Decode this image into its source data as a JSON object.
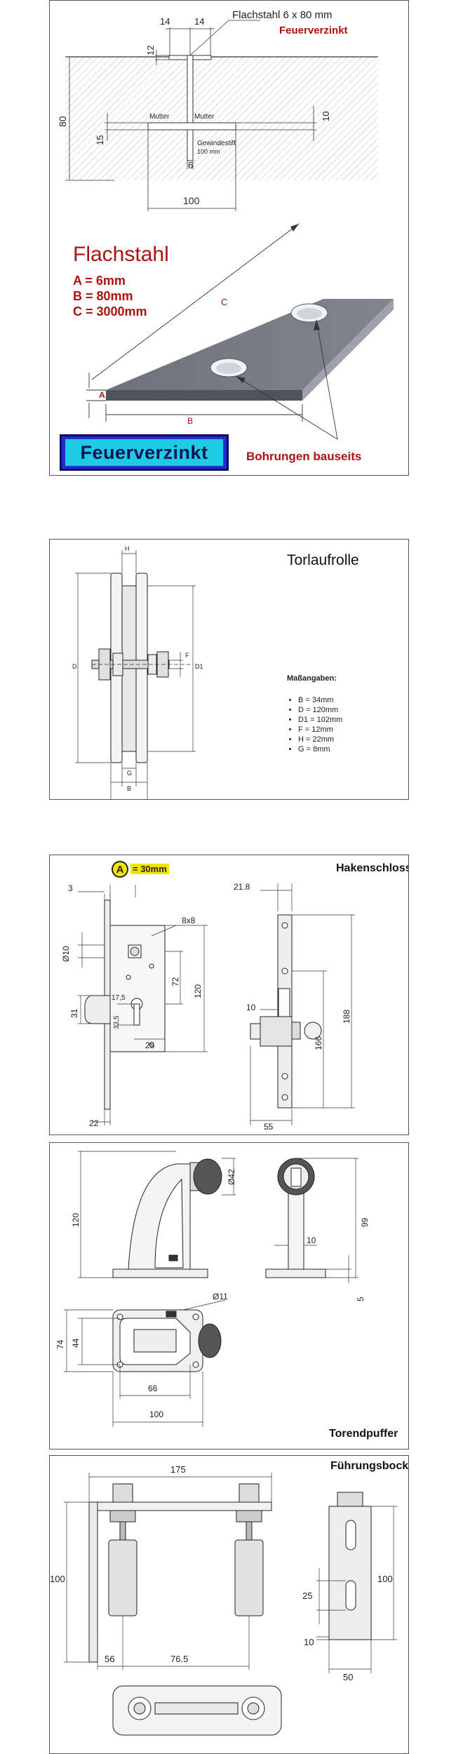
{
  "flachstahl": {
    "header_spec": "Flachstahl 6 x 80 mm",
    "header_finish": "Feuerverzinkt",
    "dims": {
      "d14a": "14",
      "d14b": "14",
      "d12": "12",
      "d80": "80",
      "d15": "15",
      "d6": "6",
      "d100": "100",
      "d10": "10"
    },
    "labels": {
      "mutter1": "Mutter",
      "mutter2": "Mutter",
      "gewindestift": "Gewindestift",
      "gewindestift_len": "100 mm"
    },
    "title": "Flachstahl",
    "specs": [
      "A = 6mm",
      "B = 80mm",
      "C = 3000mm"
    ],
    "dim_letters": {
      "a": "A",
      "b": "B",
      "c": "C"
    },
    "badge": "Feuerverzinkt",
    "bohrungen": "Bohrungen bauseits"
  },
  "torlaufrolle": {
    "title": "Torlaufrolle",
    "specs_heading": "Maßangaben:",
    "specs": [
      "B = 34mm",
      "D = 120mm",
      "D1 = 102mm",
      "F = 12mm",
      "H = 22mm",
      "G = 8mm"
    ],
    "dim_letters": {
      "h": "H",
      "d": "D",
      "f": "F",
      "d1": "D1",
      "g": "G",
      "b": "B"
    }
  },
  "hakenschloss": {
    "title": "Hakenschloss",
    "badge_letter": "A",
    "badge_text": "= 30mm",
    "dims": {
      "d3": "3",
      "d10dia": "Ø10",
      "d8x8": "8x8",
      "d21_8": "21.8",
      "d72": "72",
      "d120": "120",
      "d166": "166",
      "d188": "188",
      "d31": "31",
      "d17_5": "17,5",
      "d33_5": "33,5",
      "d10": "10",
      "d25": "25",
      "d22": "22",
      "d55": "55"
    }
  },
  "torendpuffer": {
    "title": "Torendpuffer",
    "dims": {
      "d42": "Ø42",
      "d120": "120",
      "d99": "99",
      "d10": "10",
      "d11": "Ø11",
      "d5": "5",
      "d74": "74",
      "d44": "44",
      "d66": "66",
      "d100": "100"
    }
  },
  "fuehrungsbock": {
    "title": "Führungsbock",
    "dims": {
      "d175": "175",
      "d100l": "100",
      "d100r": "100",
      "d25": "25",
      "d56": "56",
      "d76_5": "76.5",
      "d10": "10",
      "d50": "50"
    }
  },
  "colors": {
    "steel": "#8a8d96",
    "red": "#b01010",
    "blue": "#222bd0",
    "cyan": "#1ecbe6",
    "yellow": "#f2e600"
  }
}
